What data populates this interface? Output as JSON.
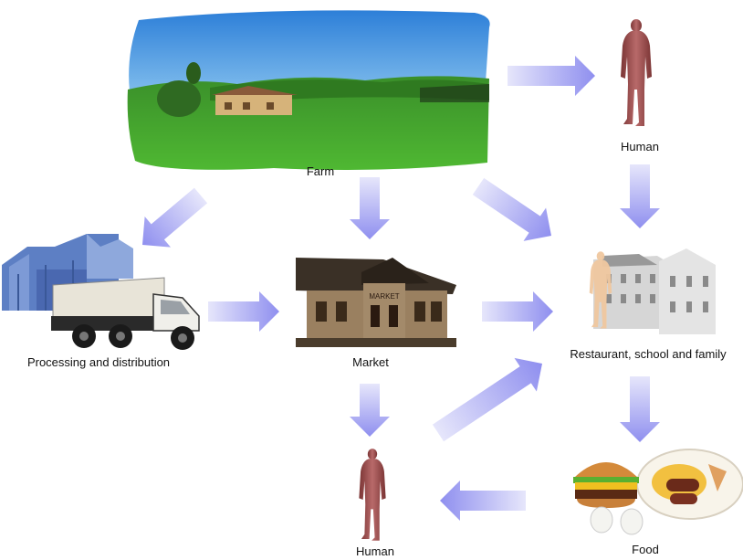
{
  "nodes": {
    "farm": {
      "label": "Farm"
    },
    "human_top": {
      "label": "Human"
    },
    "processing": {
      "label": "Processing and distribution"
    },
    "market": {
      "label": "Market"
    },
    "restaurant": {
      "label": "Restaurant, school and family"
    },
    "human_bottom": {
      "label": "Human"
    },
    "food": {
      "label": "Food"
    }
  },
  "edges": [
    {
      "from": "farm",
      "to": "human_top"
    },
    {
      "from": "farm",
      "to": "processing"
    },
    {
      "from": "farm",
      "to": "market"
    },
    {
      "from": "farm",
      "to": "restaurant"
    },
    {
      "from": "human_top",
      "to": "restaurant"
    },
    {
      "from": "processing",
      "to": "market"
    },
    {
      "from": "market",
      "to": "restaurant"
    },
    {
      "from": "market",
      "to": "human_bottom"
    },
    {
      "from": "human_bottom",
      "to": "restaurant"
    },
    {
      "from": "restaurant",
      "to": "food"
    },
    {
      "from": "food",
      "to": "human_bottom"
    }
  ],
  "colors": {
    "arrow": "#8f8fef",
    "arrow_light": "#e6e6fb",
    "grass": "#3f9f2a",
    "sky": "#4aa0e6",
    "human": "#9a4a4a"
  }
}
